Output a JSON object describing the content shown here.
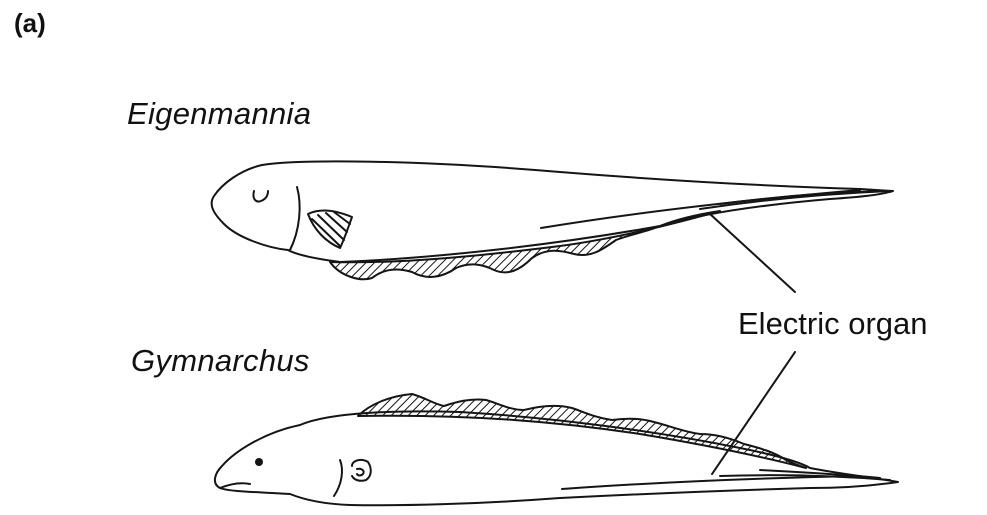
{
  "figure": {
    "panel_label": "(a)",
    "species": [
      {
        "name": "Eigenmannia"
      },
      {
        "name": "Gymnarchus"
      }
    ],
    "callout_label": "Electric organ"
  }
}
